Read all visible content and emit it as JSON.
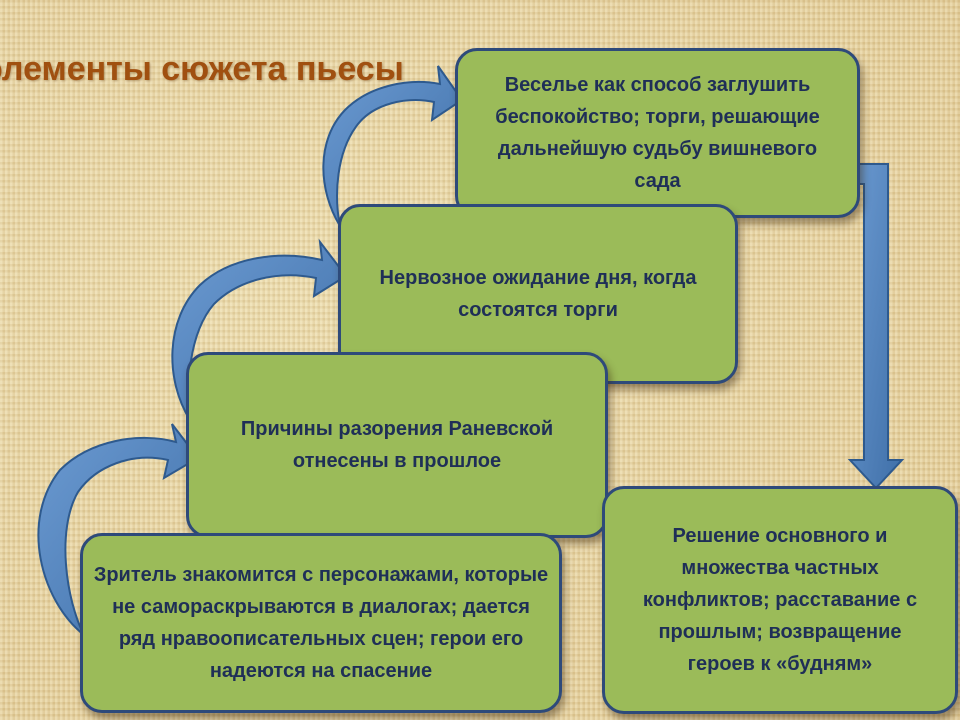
{
  "title": "элементы сюжета пьесы",
  "boxes": {
    "box1": "Веселье как способ заглушить беспокойство; торги, решающие дальнейшую судьбу вишневого сада",
    "box2": "Нервозное ожидание дня, когда состоятся торги",
    "box3": "Причины разорения Раневской отнесены в прошлое",
    "box4": "Зритель знакомится с персонажами, которые не самораскрываются в диалогах; дается ряд нравоописательных сцен; герои его надеются на спасение",
    "box5": "Решение основного и множества частных конфликтов; расставание с прошлым; возвращение героев к «будням»"
  },
  "colors": {
    "box_fill": "#9bbb59",
    "box_border": "#2e4a7a",
    "box_text": "#1f2f57",
    "arrow_fill": "#4f81bd",
    "arrow_border": "#2e5a8e",
    "title_color": "#a05010"
  }
}
